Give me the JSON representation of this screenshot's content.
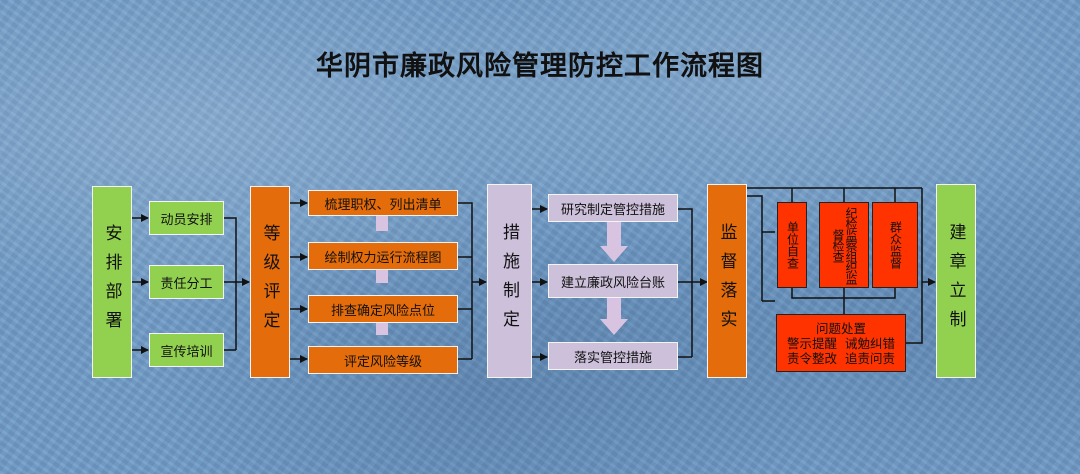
{
  "title": "华阴市廉政风险管理防控工作流程图",
  "stages": {
    "arrange": "安排部署",
    "grading": "等级评定",
    "measures": "措施制定",
    "supervise": "监督落实",
    "establish": "建章立制"
  },
  "arrange_steps": [
    "动员安排",
    "责任分工",
    "宣传培训"
  ],
  "grading_steps": [
    "梳理职权、列出清单",
    "绘制权力运行流程图",
    "排查确定风险点位",
    "评定风险等级"
  ],
  "measure_steps": [
    "研究制定管控措施",
    "建立廉政风险台账",
    "落实管控措施"
  ],
  "supervision_sources": [
    "单位自查",
    "纪检监察组织监督检查",
    "群众监督"
  ],
  "problem_handling": {
    "heading": "问题处置",
    "line1": "警示提醒  诫勉纠错",
    "line2": "责令整改  追责问责"
  },
  "colors": {
    "background": "#6f9bc7",
    "green": "#92d050",
    "orange": "#e46c0a",
    "lilac": "#ccc0da",
    "red": "#ff3300",
    "arrow_light": "#e8e0f0"
  }
}
